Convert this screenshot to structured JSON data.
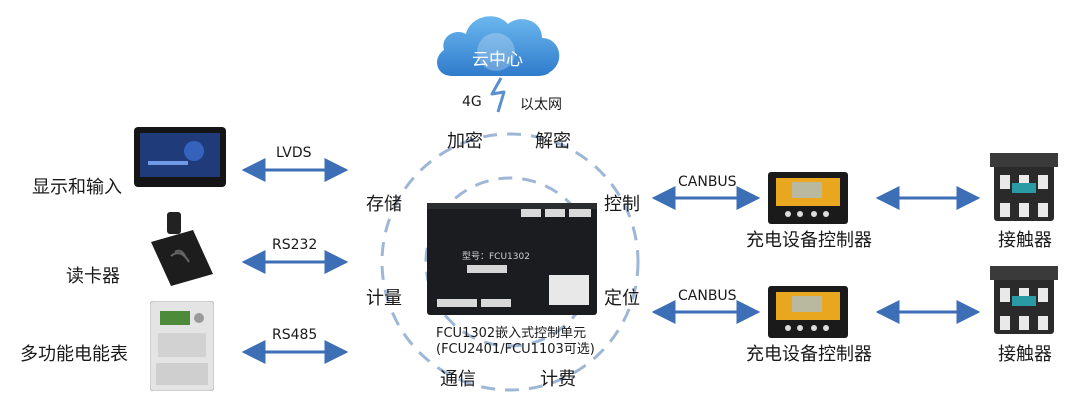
{
  "cloud": {
    "label": "云中心",
    "link_4g": "4G",
    "link_eth": "以太网"
  },
  "ring_functions": {
    "encrypt": "加密",
    "decrypt": "解密",
    "store": "存储",
    "control": "控制",
    "meter": "计量",
    "locate": "定位",
    "comm": "通信",
    "billing": "计费"
  },
  "controller": {
    "model_plate": "型号：FCU1302",
    "caption_1": "FCU1302嵌入式控制单元",
    "caption_2": "(FCU2401/FCU1103可选)"
  },
  "left_devices": [
    {
      "label": "显示和输入",
      "link": "LVDS"
    },
    {
      "label": "读卡器",
      "link": "RS232"
    },
    {
      "label": "多功能电能表",
      "link": "RS485"
    }
  ],
  "right_rows": [
    {
      "link": "CANBUS",
      "charger": "充电设备控制器",
      "contactor": "接触器"
    },
    {
      "link": "CANBUS",
      "charger": "充电设备控制器",
      "contactor": "接触器"
    }
  ],
  "colors": {
    "arrow": "#3d6fb6",
    "ring": "#9fb7d6",
    "cloud": "#3a8fd6",
    "bolt": "#5a8fd0"
  }
}
